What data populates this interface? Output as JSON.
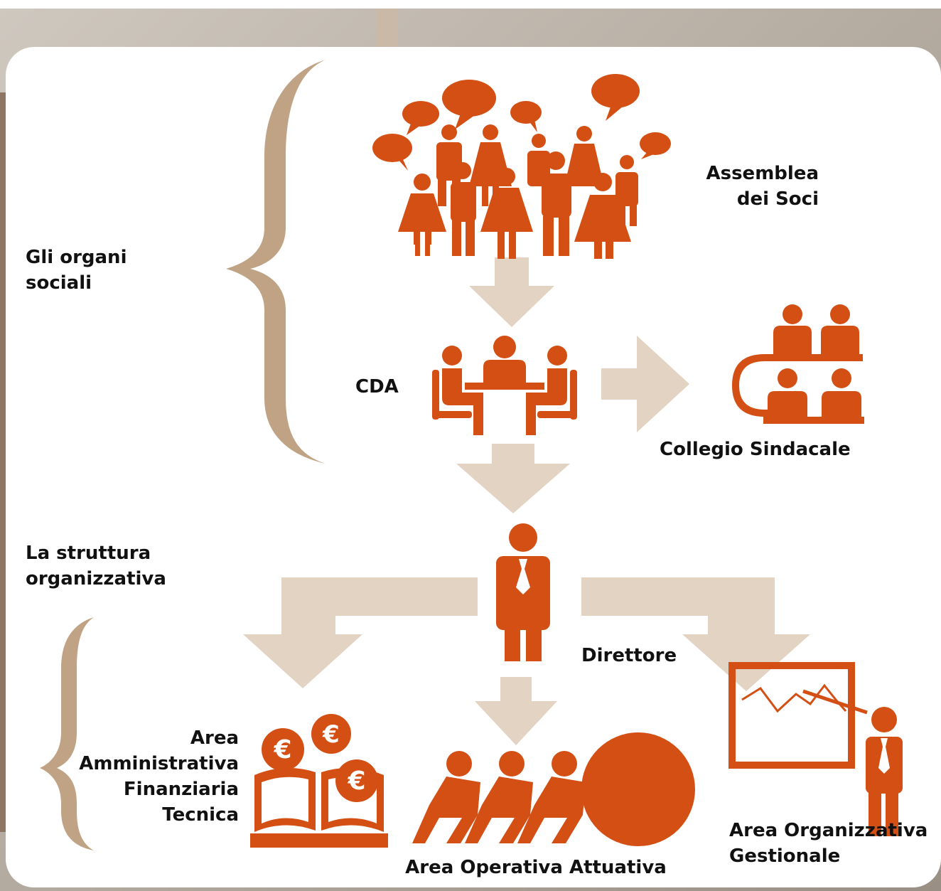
{
  "labels": {
    "assemblea": "Assemblea\ndei Soci",
    "organi": "Gli organi\nsociali",
    "cda": "CDA",
    "collegio": "Collegio Sindacale",
    "struttura": "La struttura\norganizzativa",
    "direttore": "Direttore",
    "amministrativa": "Area\nAmministrativa\nFinanziaria\nTecnica",
    "operativa": "Area Operativa Attuativa",
    "organizzativa": "Area Organizzativa\nGestionale"
  },
  "colors": {
    "accent": "#d34f14",
    "arrow": "#e2d3c2",
    "brace": "#c0a284",
    "panel": "#ffffff"
  },
  "icons": [
    "crowd-icon",
    "meeting-table-icon",
    "board-icon",
    "manager-icon",
    "euro-book-icon",
    "team-push-icon",
    "presentation-icon"
  ]
}
